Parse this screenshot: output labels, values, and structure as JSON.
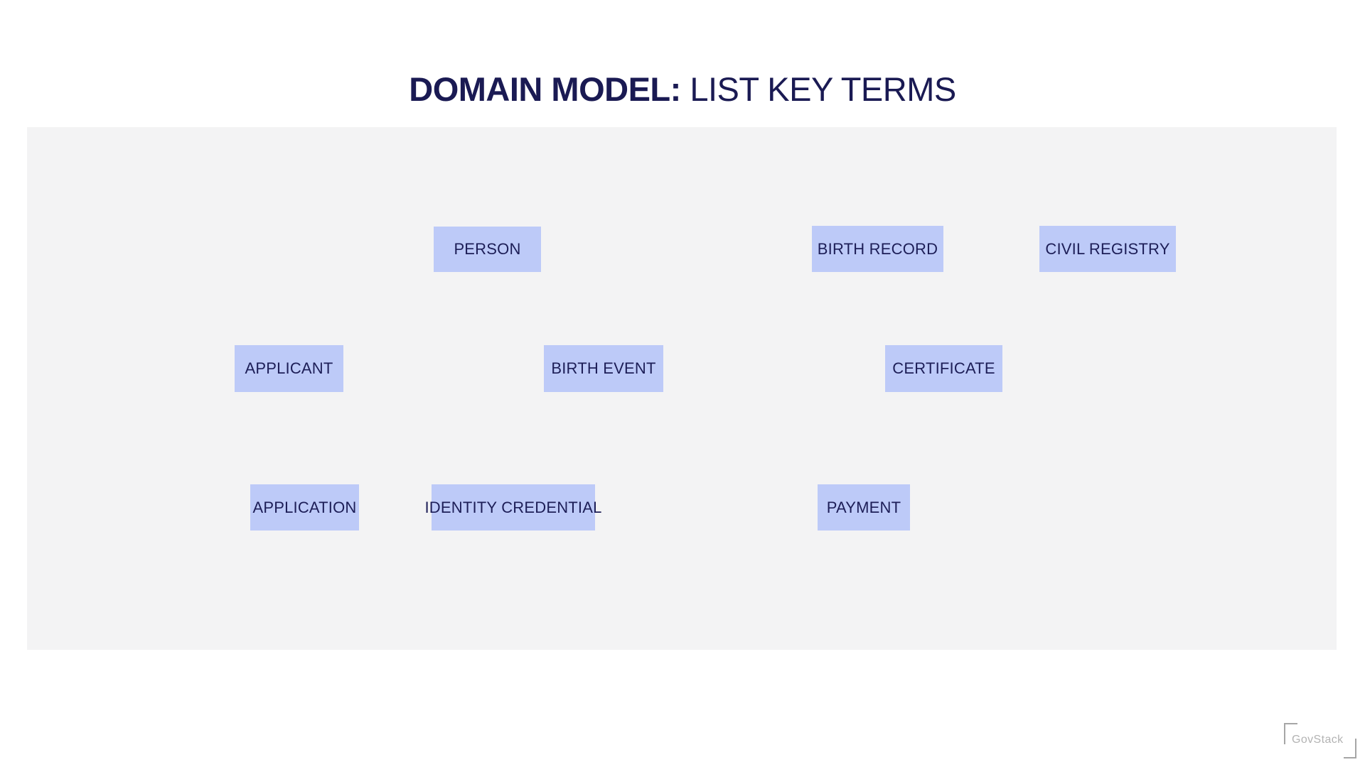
{
  "title": {
    "bold": "DOMAIN MODEL:",
    "rest": " LIST KEY TERMS"
  },
  "terms": [
    {
      "id": "person",
      "label": "PERSON"
    },
    {
      "id": "birth-record",
      "label": "BIRTH RECORD"
    },
    {
      "id": "civil-registry",
      "label": "CIVIL REGISTRY"
    },
    {
      "id": "applicant",
      "label": "APPLICANT"
    },
    {
      "id": "birth-event",
      "label": "BIRTH EVENT"
    },
    {
      "id": "certificate",
      "label": "CERTIFICATE"
    },
    {
      "id": "application",
      "label": "APPLICATION"
    },
    {
      "id": "identity-credential",
      "label": "IDENTITY CREDENTIAL"
    },
    {
      "id": "payment",
      "label": "PAYMENT"
    }
  ],
  "logo": {
    "text": "GovStack"
  },
  "colors": {
    "box_fill": "#bdcaf8",
    "box_text": "#1d1e57",
    "title_text": "#1a1a53",
    "panel_bg": "#f3f3f4",
    "page_bg": "#ffffff",
    "logo_gray": "#b3b3b3"
  }
}
